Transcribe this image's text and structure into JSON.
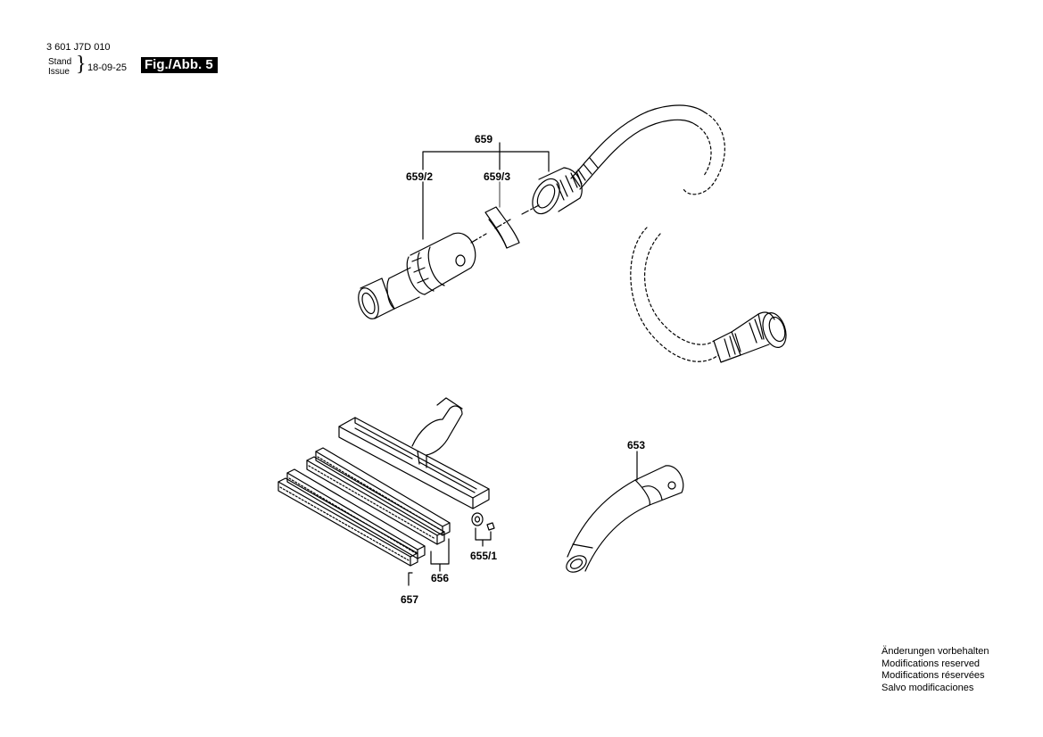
{
  "header": {
    "part_number": "3 601 J7D 010",
    "stand": "Stand",
    "issue": "Issue",
    "date": "18-09-25",
    "figure": "Fig./Abb. 5"
  },
  "callouts": {
    "c659": "659",
    "c659_2": "659/2",
    "c659_3": "659/3",
    "c653": "653",
    "c655_1": "655/1",
    "c656": "656",
    "c657": "657"
  },
  "notes": [
    "Änderungen vorbehalten",
    "Modifications reserved",
    "Modifications réservées",
    "Salvo modificaciones"
  ]
}
